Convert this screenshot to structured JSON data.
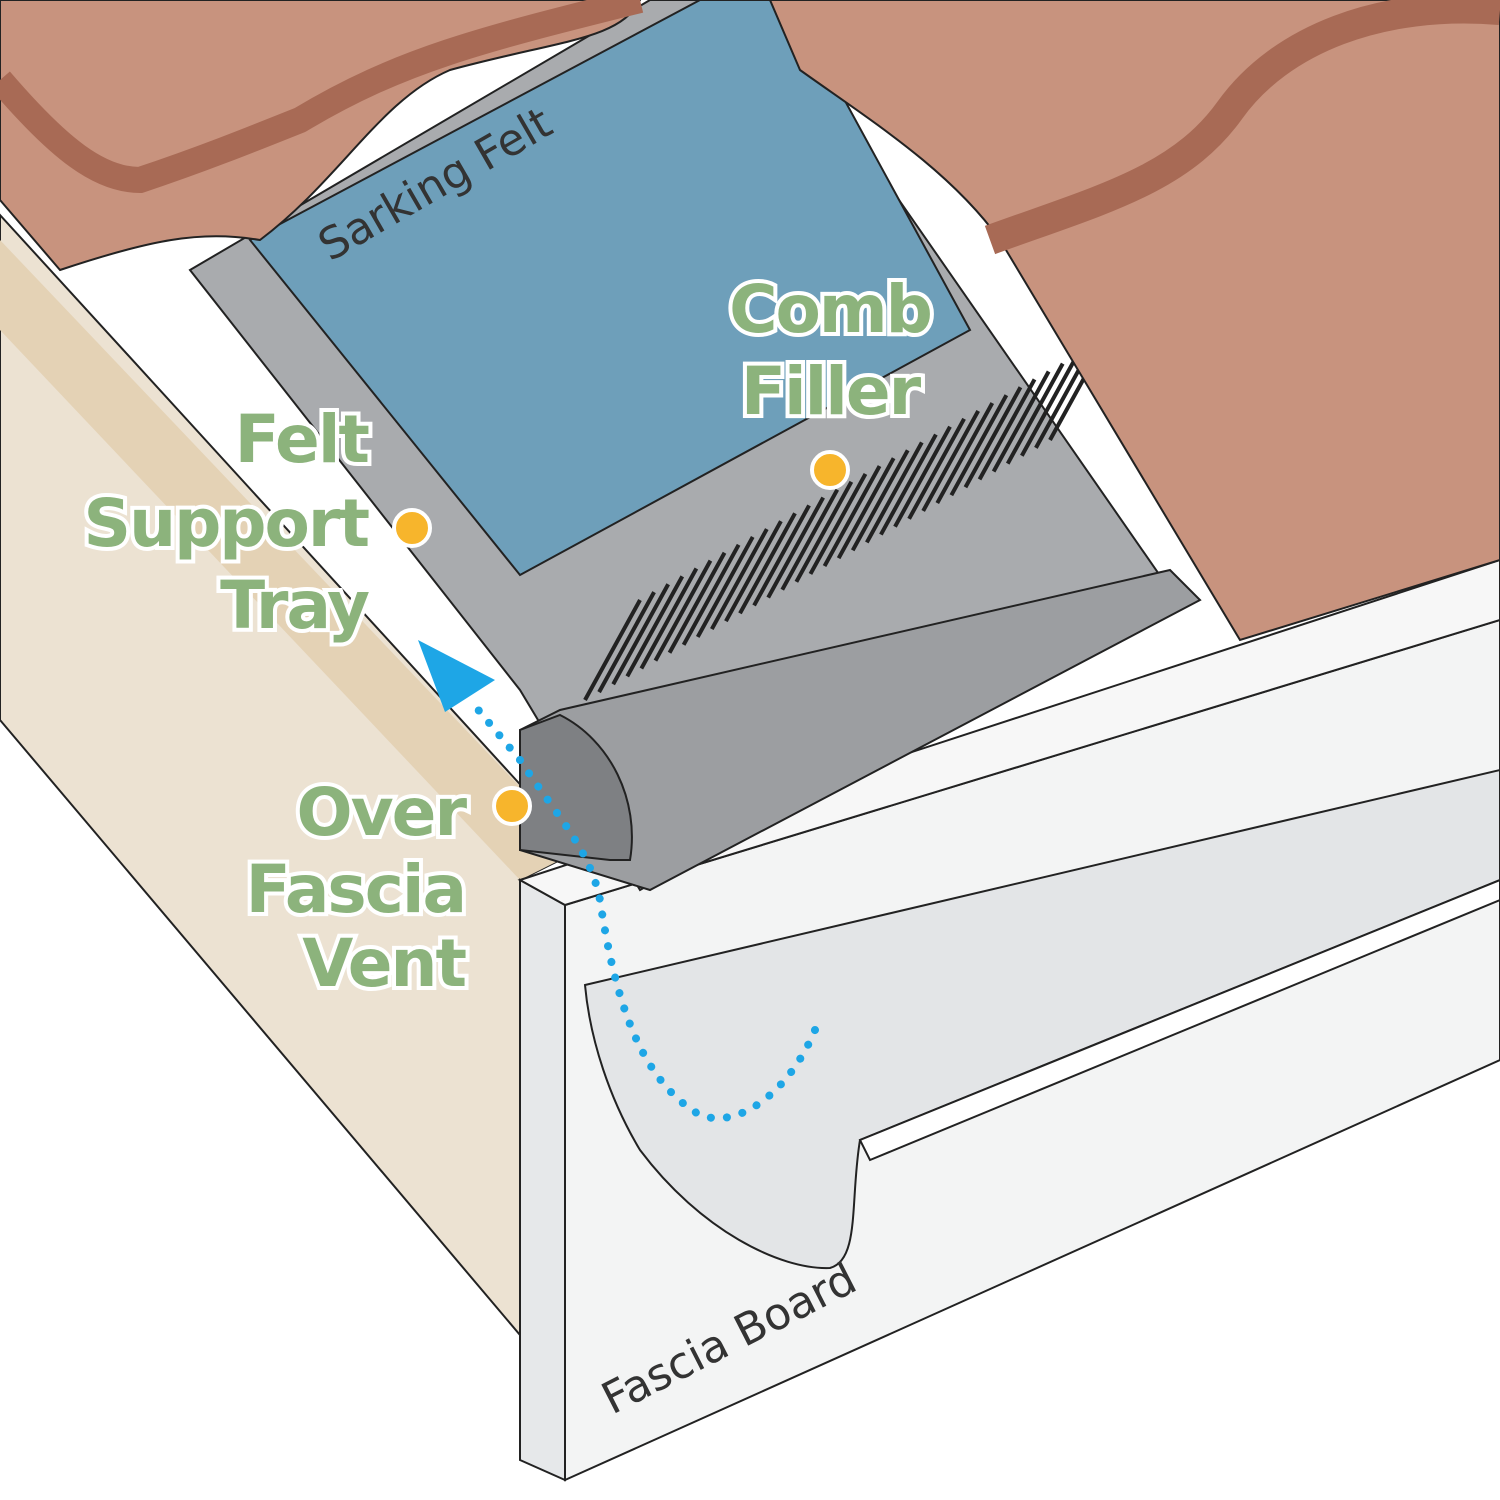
{
  "labels": {
    "sarking_felt": "Sarking Felt",
    "comb_filler": [
      "Comb",
      "Filler"
    ],
    "felt_support_tray": [
      "Felt",
      "Support",
      "Tray"
    ],
    "over_fascia_vent": [
      "Over",
      "Fascia",
      "Vent"
    ],
    "fascia_board": "Fascia Board"
  },
  "colors": {
    "label_green": "#8cb37c",
    "marker_orange": "#f7b52c",
    "airflow_blue": "#1ea6e6",
    "felt_blue": "#6e9fba",
    "tile": "#c8937e"
  }
}
